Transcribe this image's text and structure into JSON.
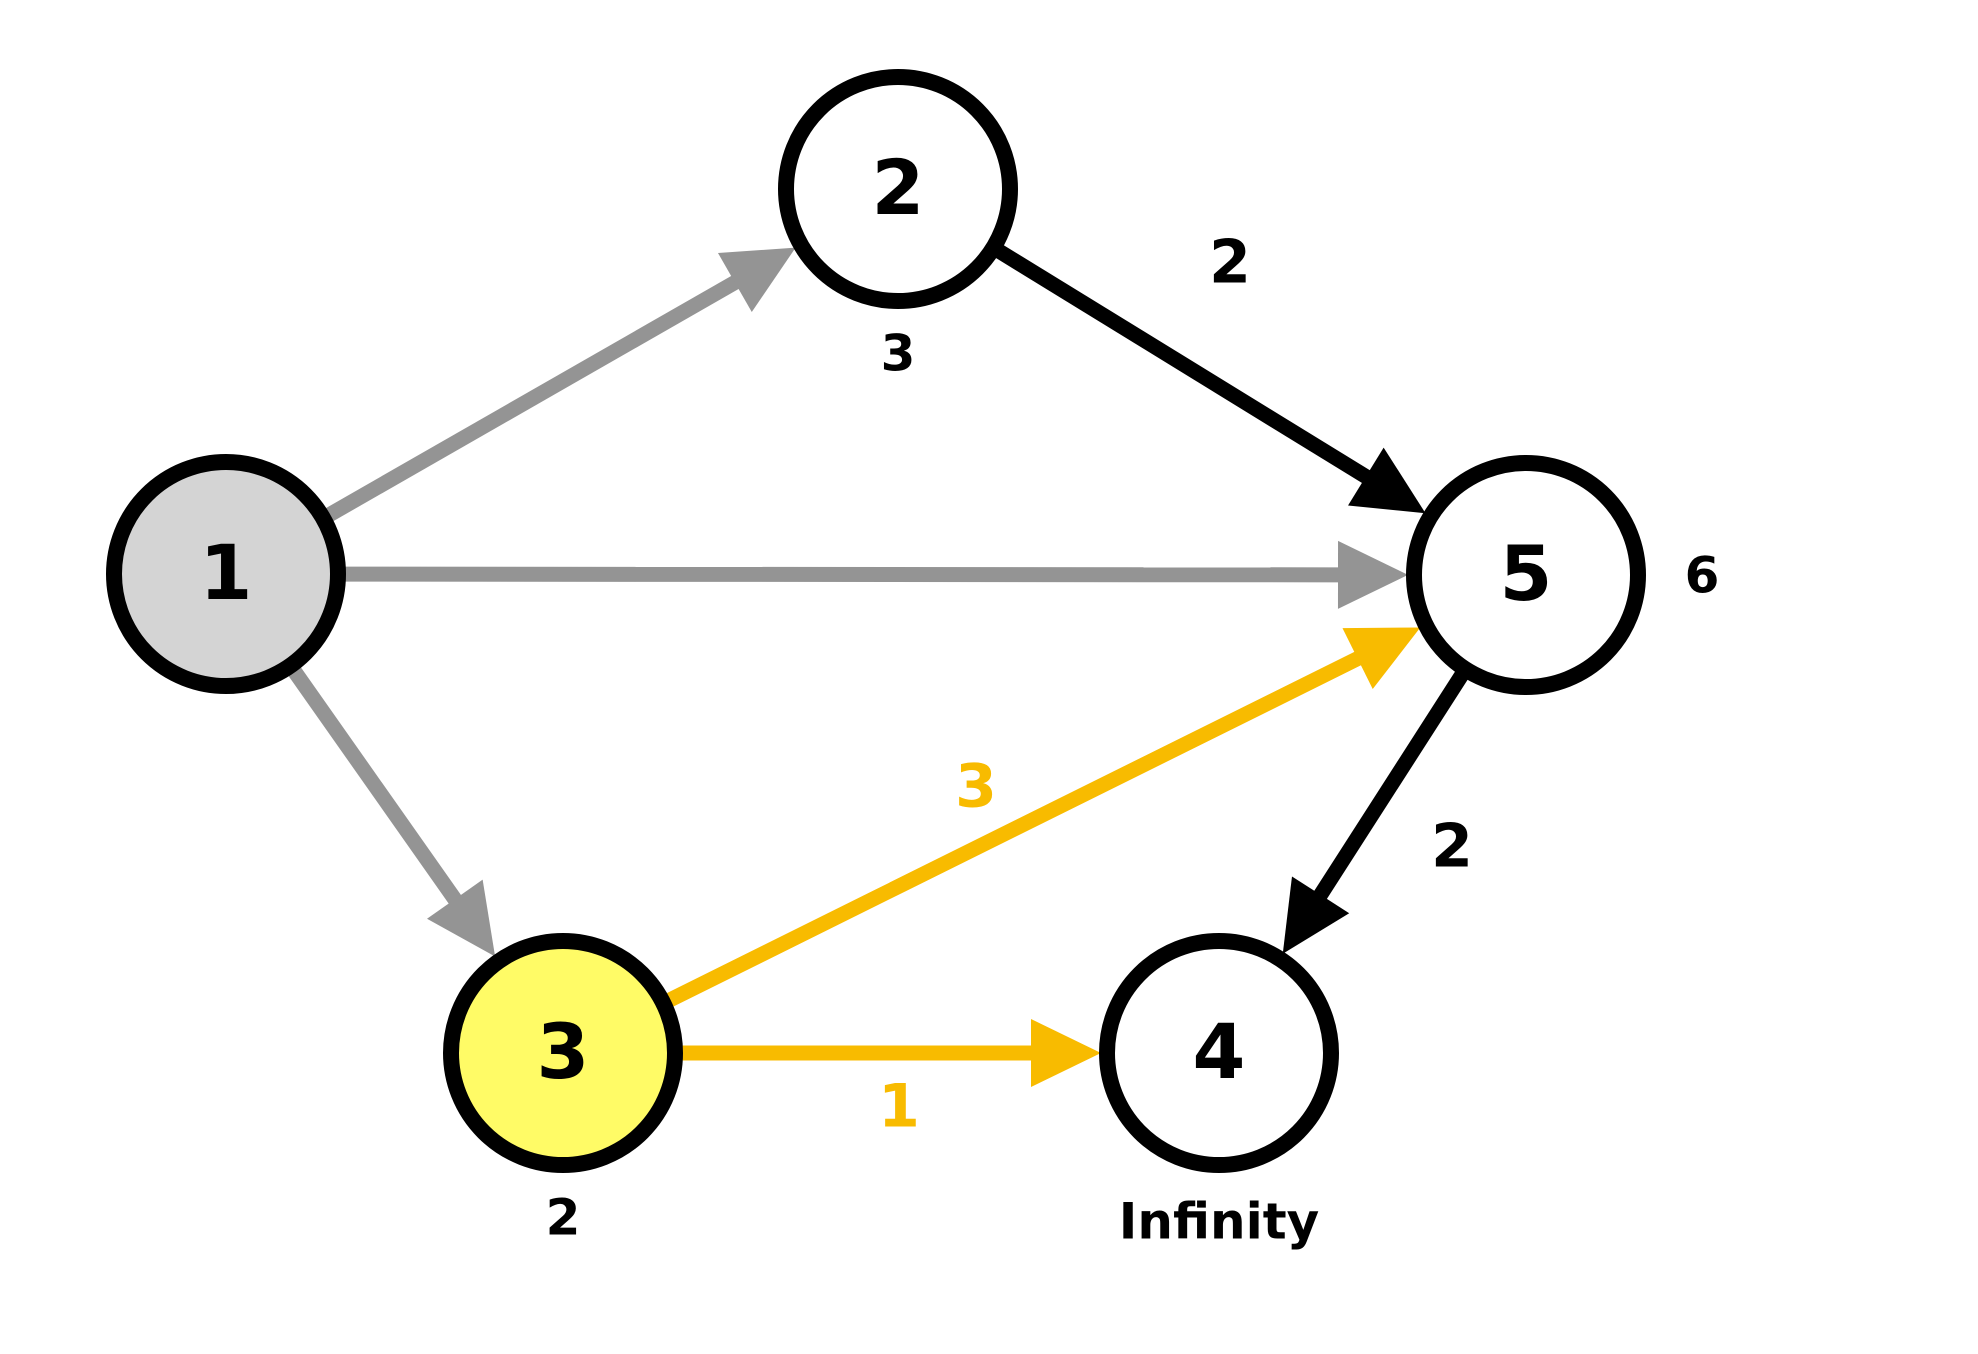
{
  "title": "Shortest path graph (Dijkstra step)",
  "colors": {
    "node_stroke": "#000000",
    "node_fill_default": "#ffffff",
    "node_fill_visited": "#d4d4d4",
    "node_fill_current": "#fffb66",
    "edge_processed": "#949494",
    "edge_default": "#000000",
    "edge_active": "#f8bb00"
  },
  "nodes": [
    {
      "id": "1",
      "label": "1",
      "state": "visited",
      "distance": ""
    },
    {
      "id": "2",
      "label": "2",
      "state": "default",
      "distance": "3"
    },
    {
      "id": "3",
      "label": "3",
      "state": "current",
      "distance": "2"
    },
    {
      "id": "4",
      "label": "4",
      "state": "default",
      "distance": "Infinity"
    },
    {
      "id": "5",
      "label": "5",
      "state": "default",
      "distance": "6"
    }
  ],
  "edges": [
    {
      "from": "1",
      "to": "2",
      "weight": "",
      "state": "processed"
    },
    {
      "from": "1",
      "to": "5",
      "weight": "",
      "state": "processed"
    },
    {
      "from": "1",
      "to": "3",
      "weight": "",
      "state": "processed"
    },
    {
      "from": "2",
      "to": "5",
      "weight": "2",
      "state": "default"
    },
    {
      "from": "5",
      "to": "4",
      "weight": "2",
      "state": "default"
    },
    {
      "from": "3",
      "to": "5",
      "weight": "3",
      "state": "active"
    },
    {
      "from": "3",
      "to": "4",
      "weight": "1",
      "state": "active"
    }
  ]
}
